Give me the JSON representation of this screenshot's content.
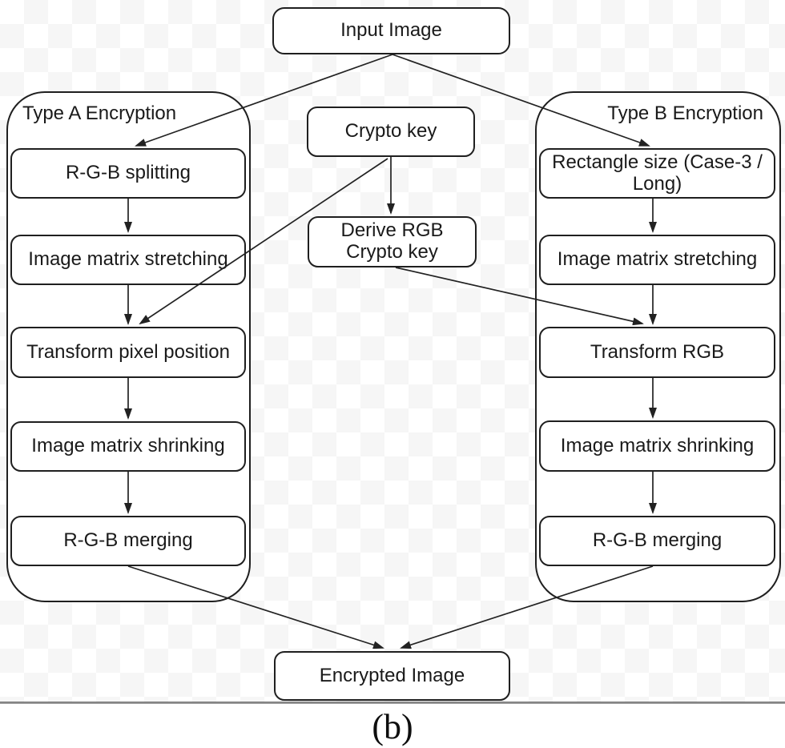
{
  "caption": "(b)",
  "nodes": {
    "input_image": "Input Image",
    "crypto_key": "Crypto key",
    "derive_rgb_crypto_key": "Derive RGB Crypto key",
    "encrypted_image": "Encrypted Image"
  },
  "type_a": {
    "title": "Type A Encryption",
    "steps": [
      "R-G-B splitting",
      "Image matrix stretching",
      "Transform pixel position",
      "Image matrix shrinking",
      "R-G-B merging"
    ]
  },
  "type_b": {
    "title": "Type B Encryption",
    "steps": [
      "Rectangle size (Case-3 / Long)",
      "Image matrix stretching",
      "Transform RGB",
      "Image matrix shrinking",
      "R-G-B merging"
    ]
  },
  "edges": [
    {
      "from": "input_image",
      "to": "type_a.steps.0"
    },
    {
      "from": "input_image",
      "to": "type_b.steps.0"
    },
    {
      "from": "crypto_key",
      "to": "derive_rgb_crypto_key"
    },
    {
      "from": "crypto_key",
      "to": "type_a.steps.2"
    },
    {
      "from": "derive_rgb_crypto_key",
      "to": "type_b.steps.2"
    },
    {
      "from": "type_a.steps.0",
      "to": "type_a.steps.1"
    },
    {
      "from": "type_a.steps.1",
      "to": "type_a.steps.2"
    },
    {
      "from": "type_a.steps.2",
      "to": "type_a.steps.3"
    },
    {
      "from": "type_a.steps.3",
      "to": "type_a.steps.4"
    },
    {
      "from": "type_b.steps.0",
      "to": "type_b.steps.1"
    },
    {
      "from": "type_b.steps.1",
      "to": "type_b.steps.2"
    },
    {
      "from": "type_b.steps.2",
      "to": "type_b.steps.3"
    },
    {
      "from": "type_b.steps.3",
      "to": "type_b.steps.4"
    },
    {
      "from": "type_a.steps.4",
      "to": "encrypted_image"
    },
    {
      "from": "type_b.steps.4",
      "to": "encrypted_image"
    }
  ],
  "colors": {
    "border": "#1f1f1f",
    "arrow": "#222222",
    "box_fill": "#ffffff",
    "checker_light": "#ffffff",
    "checker_gray": "#f6f6f6",
    "separator": "#8a8a8a"
  }
}
